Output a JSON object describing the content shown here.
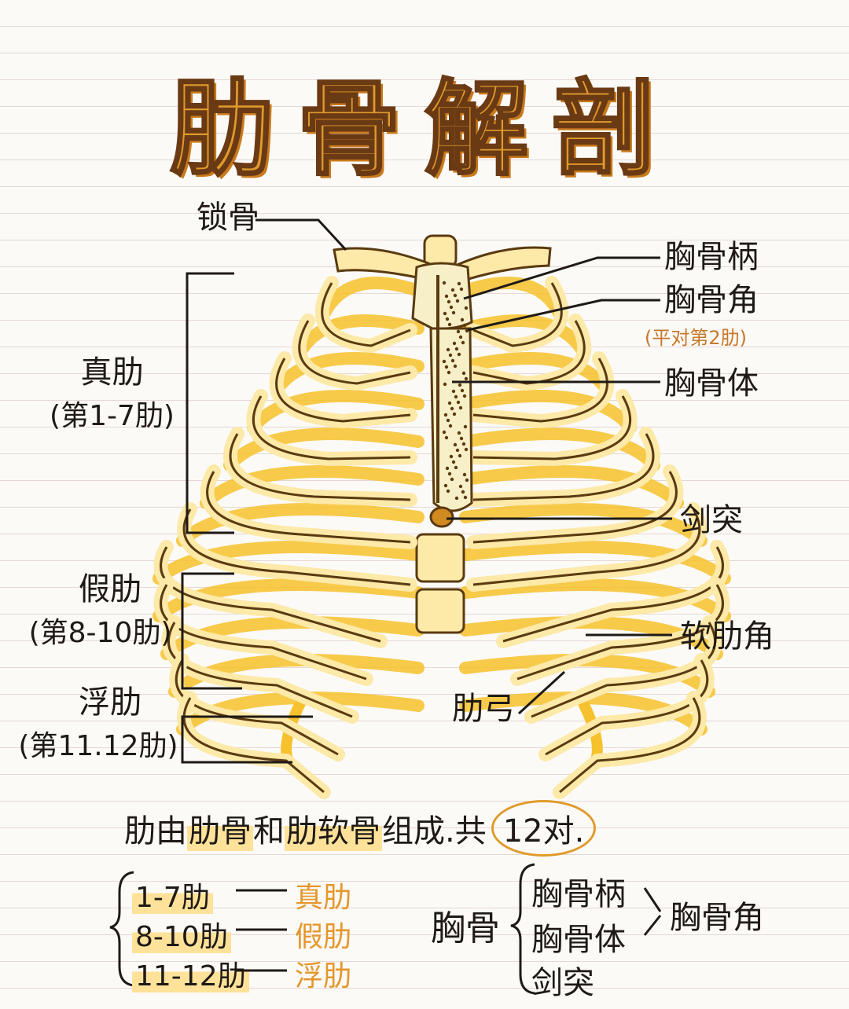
{
  "title": "肋骨解剖",
  "labels": {
    "clavicle": "锁骨",
    "manubrium": "胸骨柄",
    "sternal_angle": "胸骨角",
    "sternal_angle_note": "(平对第2肋)",
    "sternum_body": "胸骨体",
    "xiphoid": "剑突",
    "costal_angle": "软肋角",
    "costal_arch": "肋弓",
    "true_ribs": "真肋",
    "true_ribs_range": "(第1-7肋)",
    "false_ribs": "假肋",
    "false_ribs_range": "(第8-10肋)",
    "floating_ribs": "浮肋",
    "floating_ribs_range": "(第11.12肋)"
  },
  "summary": {
    "part1": "肋由",
    "part2": "肋骨",
    "part3": "和",
    "part4": "肋软骨",
    "part5": "组成.共",
    "count": "12对."
  },
  "rib_classes": [
    {
      "range": "1-7肋",
      "name": "真肋"
    },
    {
      "range": "8-10肋",
      "name": "假肋"
    },
    {
      "range": "11-12肋",
      "name": "浮肋"
    }
  ],
  "sternum": {
    "label": "胸骨",
    "parts": [
      "胸骨柄",
      "胸骨体",
      "剑突"
    ],
    "merge": "胸骨角"
  },
  "colors": {
    "bone": "#f6c12c",
    "bone_light": "#fde9a8",
    "outline": "#5a3a10",
    "title": "#e09a2c",
    "accent": "#e5972c"
  }
}
